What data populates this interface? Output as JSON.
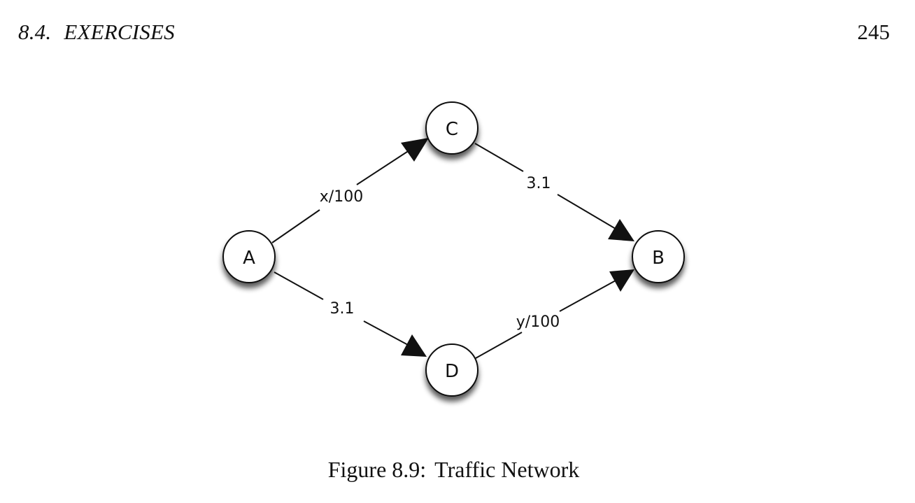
{
  "header": {
    "section_number": "8.4.",
    "section_title": "EXERCISES",
    "page_number": "245"
  },
  "figure": {
    "nodes": [
      {
        "id": "A",
        "label": "A"
      },
      {
        "id": "C",
        "label": "C"
      },
      {
        "id": "B",
        "label": "B"
      },
      {
        "id": "D",
        "label": "D"
      }
    ],
    "edges": [
      {
        "from": "A",
        "to": "C",
        "label": "x/100"
      },
      {
        "from": "C",
        "to": "B",
        "label": "3.1"
      },
      {
        "from": "A",
        "to": "D",
        "label": "3.1"
      },
      {
        "from": "D",
        "to": "B",
        "label": "y/100"
      }
    ],
    "caption": {
      "label": "Figure 8.9:",
      "text": "Traffic Network"
    }
  }
}
